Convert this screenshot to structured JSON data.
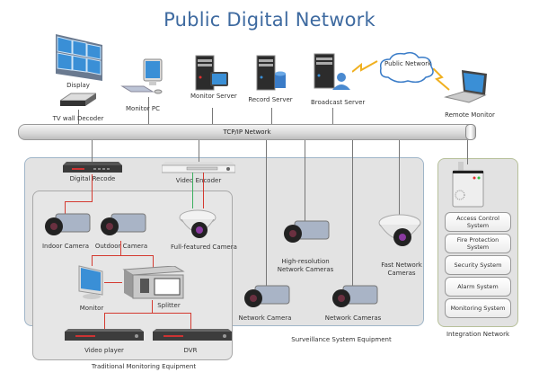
{
  "title": "Public Digital Network",
  "network": {
    "backbone_label": "TCP/IP Network",
    "cloud_label": "Public Network"
  },
  "top_devices": {
    "display": "Display",
    "tv_wall_decoder": "TV wall Decoder",
    "monitor_pc": "Monitor PC",
    "monitor_server": "Monitor Server",
    "record_server": "Record Server",
    "broadcast_server": "Broadcast Server",
    "remote_monitor": "Remote Monitor"
  },
  "surveillance": {
    "group_label": "Surveillance System Equipment",
    "digital_recode": "Digital Recode",
    "video_encoder": "Video Encoder",
    "high_res_cameras": "High-resolution Network Cameras",
    "fast_cameras": "Fast Network Cameras",
    "network_camera": "Network Camera",
    "network_cameras": "Network Cameras"
  },
  "traditional": {
    "group_label": "Traditional Monitoring Equipment",
    "indoor_camera": "Indoor Camera",
    "outdoor_camera": "Outdoor Camera",
    "full_featured_camera": "Full-featured Camera",
    "monitor": "Monitor",
    "splitter": "Splitter",
    "video_player": "Video player",
    "dvr": "DVR"
  },
  "integration": {
    "group_label": "Integration Network",
    "systems": [
      "Access Control System",
      "Fire Protection System",
      "Security System",
      "Alarm System",
      "Monitoring System"
    ]
  },
  "colors": {
    "title": "#3e6aa0",
    "red_link": "#d43a30",
    "green_link": "#3cb060",
    "wireless": "#f0b020"
  }
}
